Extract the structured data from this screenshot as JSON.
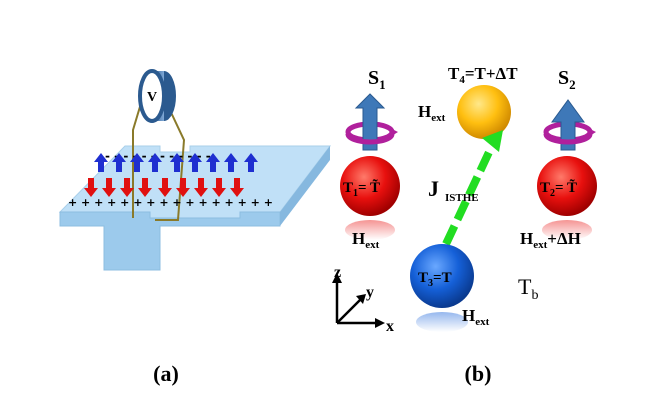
{
  "panel_a": {
    "label": "(a)",
    "voltmeter_label": "V",
    "top_row_signs": "- - - - - - - - - - - -",
    "bottom_row_signs": "+ + + + + + + + + + + + + + + +",
    "arrow_colors": {
      "up": "#1f2fd0",
      "down": "#e01010"
    }
  },
  "panel_b": {
    "label": "(b)",
    "spin1": {
      "main": "S",
      "sub": "1"
    },
    "spin2": {
      "main": "S",
      "sub": "2"
    },
    "sphere1": {
      "label": "T",
      "sub": "1",
      "eq": "= T̃",
      "field": "H",
      "field_sub": "ext",
      "color": "#e8100e"
    },
    "sphere2": {
      "label": "T",
      "sub": "2",
      "eq": "= T̃",
      "field": "H",
      "field_sub": "ext",
      "field_extra": "+ΔH",
      "color": "#e8100e"
    },
    "sphere3": {
      "label": "T",
      "sub": "3",
      "eq": "=T",
      "field": "H",
      "field_sub": "ext",
      "color": "#1560d8"
    },
    "sphere4": {
      "label": "T",
      "sub": "4",
      "eq": "=T+ΔT",
      "field": "H",
      "field_sub": "ext",
      "color": "#ffbf10"
    },
    "current": {
      "main": "J",
      "sub": "ISTHE",
      "color": "#22dd22"
    },
    "bath": {
      "main": "T",
      "sub": "b"
    },
    "axes": {
      "x": "x",
      "y": "y",
      "z": "z"
    },
    "ring_color": "#b0209c",
    "arrow_color": "#3e78b8"
  }
}
